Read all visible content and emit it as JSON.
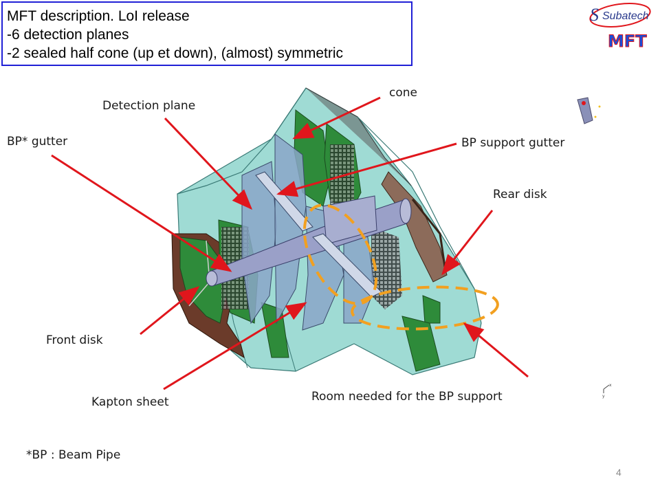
{
  "title_box": {
    "lines": [
      "MFT description. LoI release",
      "-6 detection planes",
      "-2 sealed half cone (up et down), (almost) symmetric"
    ]
  },
  "logos": {
    "subatech": "Subatech",
    "mft": "MFT"
  },
  "labels": {
    "cone": "cone",
    "detection_plane": "Detection plane",
    "bp_gutter": "BP* gutter",
    "bp_support_gutter": "BP support gutter",
    "rear_disk": "Rear disk",
    "front_disk": "Front disk",
    "kapton_sheet": "Kapton sheet",
    "room_needed": "Room needed for the BP support"
  },
  "footnote": "*BP : Beam Pipe",
  "page_number": "4",
  "colors": {
    "title_border": "#1f1fd6",
    "arrow": "#e0161c",
    "dashed_ellipse": "#f2a020",
    "cone_fill": "#7fcfc6",
    "pipe_fill": "#9aa0c8",
    "plane_fill": "#8aa6c8",
    "green_disk": "#2e8b3a",
    "brown_disk": "#6b3b2a"
  },
  "icons": {
    "axis_triad": "axis-triad-icon",
    "tree_icon": "compass-icon"
  }
}
